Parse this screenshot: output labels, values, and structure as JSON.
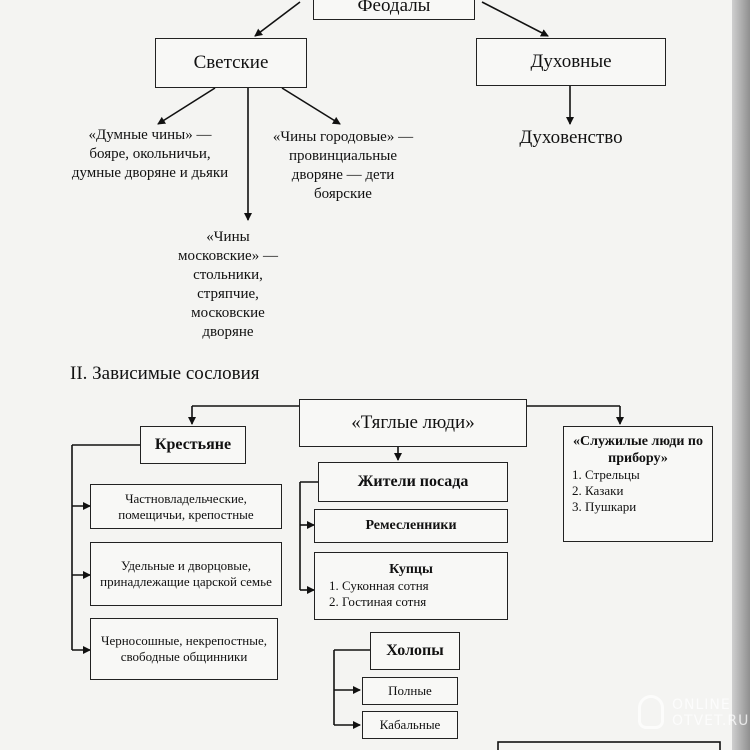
{
  "top": {
    "feudals": "Феодалы"
  },
  "secular": {
    "title": "Светские",
    "duma": "«Думные чины» — бояре, окольничьи, думные дворяне и дьяки",
    "city": "«Чины городовые» — провинциальные дворяне — дети боярские",
    "moscow": "«Чины московские» — стольники, стряпчие, московские дворяне"
  },
  "spiritual": {
    "title": "Духовные",
    "clergy": "Духовенство"
  },
  "section2": {
    "heading": "II. Зависимые сословия"
  },
  "peasants": {
    "title": "Крестьяне",
    "items": [
      "Частновладельческие, помещичьи, крепостные",
      "Удельные и дворцовые, принадлежащие царской семье",
      "Черносошные, некрепостные, свободные общинники"
    ]
  },
  "taxpayers": {
    "title": "«Тяглые люди»",
    "posad": "Жители посада",
    "craftsmen": "Ремесленники",
    "merchants": {
      "title": "Купцы",
      "items": [
        "1. Суконная сотня",
        "2. Гостиная сотня"
      ]
    }
  },
  "serfs": {
    "title": "Холопы",
    "items": [
      "Полные",
      "Кабальные"
    ]
  },
  "servicemen": {
    "title": "«Служилые люди по прибору»",
    "items": [
      "1. Стрельцы",
      "2. Казаки",
      "3. Пушкари"
    ]
  },
  "watermark": {
    "line1": "ONLINE",
    "line2": "OTVET.RU"
  }
}
